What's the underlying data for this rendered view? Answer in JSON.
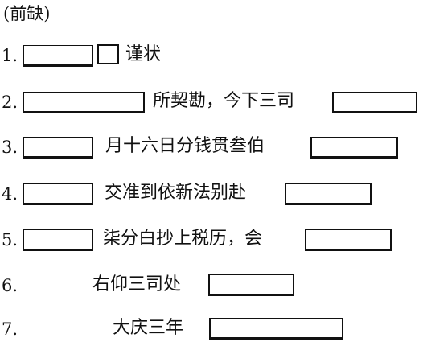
{
  "header": "(前缺)",
  "lines": [
    {
      "num": "1.",
      "text": "谨状"
    },
    {
      "num": "2.",
      "text": "所契勘，今下三司"
    },
    {
      "num": "3.",
      "text": "月十六日分钱贯叁伯"
    },
    {
      "num": "4.",
      "text": "交准到依新法别赴"
    },
    {
      "num": "5.",
      "text": "柒分白抄上税历，会"
    },
    {
      "num": "6.",
      "text": "右仰三司处"
    },
    {
      "num": "7.",
      "text": "大庆三年"
    }
  ]
}
